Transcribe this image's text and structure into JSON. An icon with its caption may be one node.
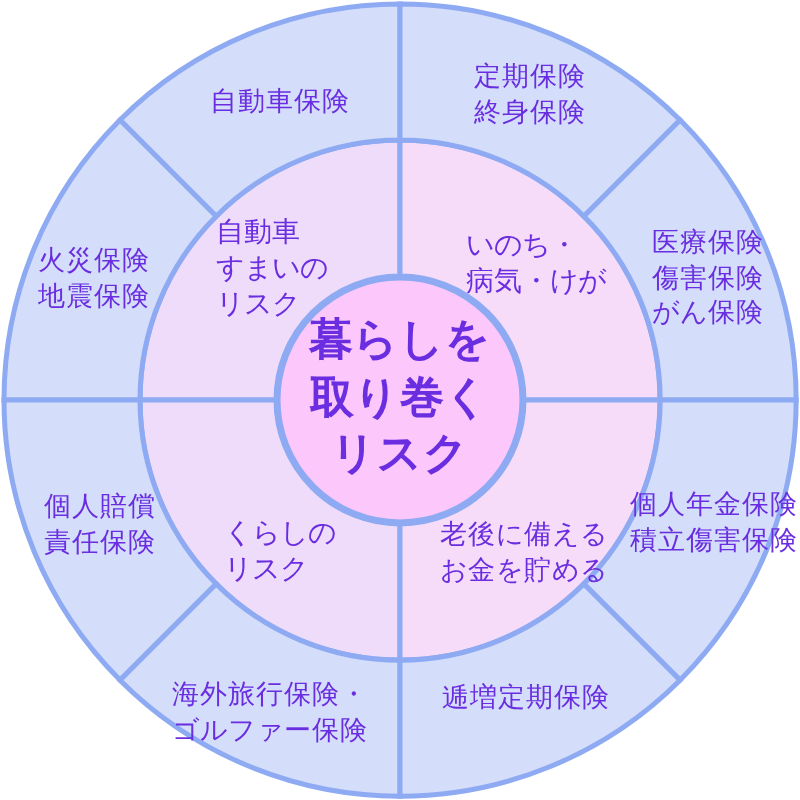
{
  "diagram": {
    "nodes": [
      {
        "text": [
          "暮らしを取り巻くリスク"
        ]
      },
      {
        "text": [
          "自動車すまいのリスク"
        ]
      },
      {
        "text": [
          "いのち・病気・けが"
        ]
      },
      {
        "text": [
          "くらしのリスク"
        ]
      },
      {
        "text": [
          "老後に備えるお金を貯める"
        ]
      },
      {
        "text": [
          "自動車保険"
        ]
      },
      {
        "text": [
          "定期保険",
          "終身保険"
        ]
      },
      {
        "text": [
          "火災保険",
          "地震保険"
        ]
      },
      {
        "text": [
          "医療保険",
          "傷害保険",
          "がん保険"
        ]
      },
      {
        "text": [
          "個人賠償責任保険"
        ]
      },
      {
        "text": [
          "個人年金保険",
          "積立傷害保険"
        ]
      },
      {
        "text": [
          "海外旅行保険・ゴルファー保険"
        ]
      },
      {
        "text": [
          "逓増定期保険"
        ]
      }
    ]
  }
}
